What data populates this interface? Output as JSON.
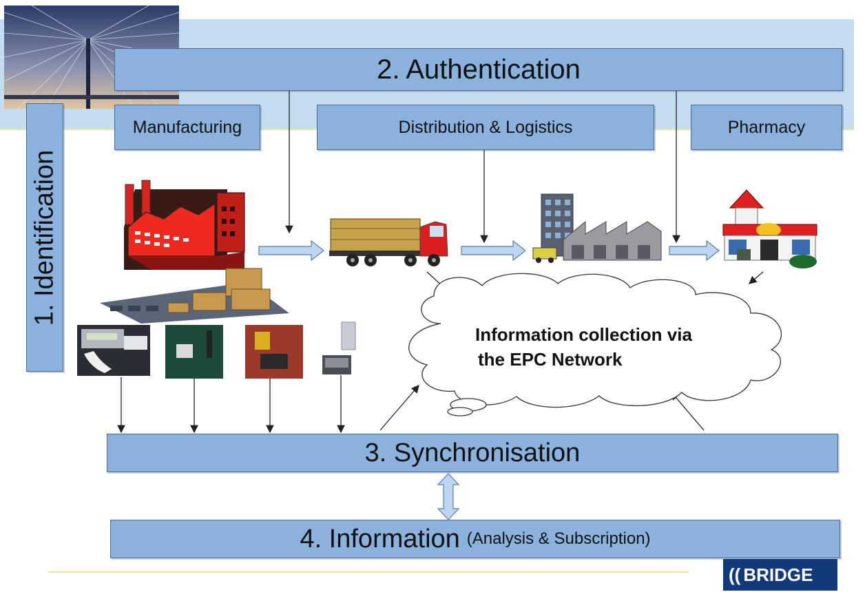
{
  "authentication": {
    "label": "2. Authentication"
  },
  "stages": [
    {
      "label": "Manufacturing"
    },
    {
      "label": "Distribution & Logistics"
    },
    {
      "label": "Pharmacy"
    }
  ],
  "identification": {
    "label": "1. Identification"
  },
  "cloud": {
    "line1": "Information collection via",
    "line2": "the EPC Network"
  },
  "synchronisation": {
    "label": "3. Synchronisation"
  },
  "information": {
    "label": "4. Information",
    "sub": "(Analysis & Subscription)"
  },
  "logo": {
    "text": "BRIDGE"
  },
  "colors": {
    "box_fill": "#8ab2dc",
    "band": "#c6dcf0",
    "flow_arrow": "#bcd6f2",
    "logo_bg": "#123a7a"
  }
}
